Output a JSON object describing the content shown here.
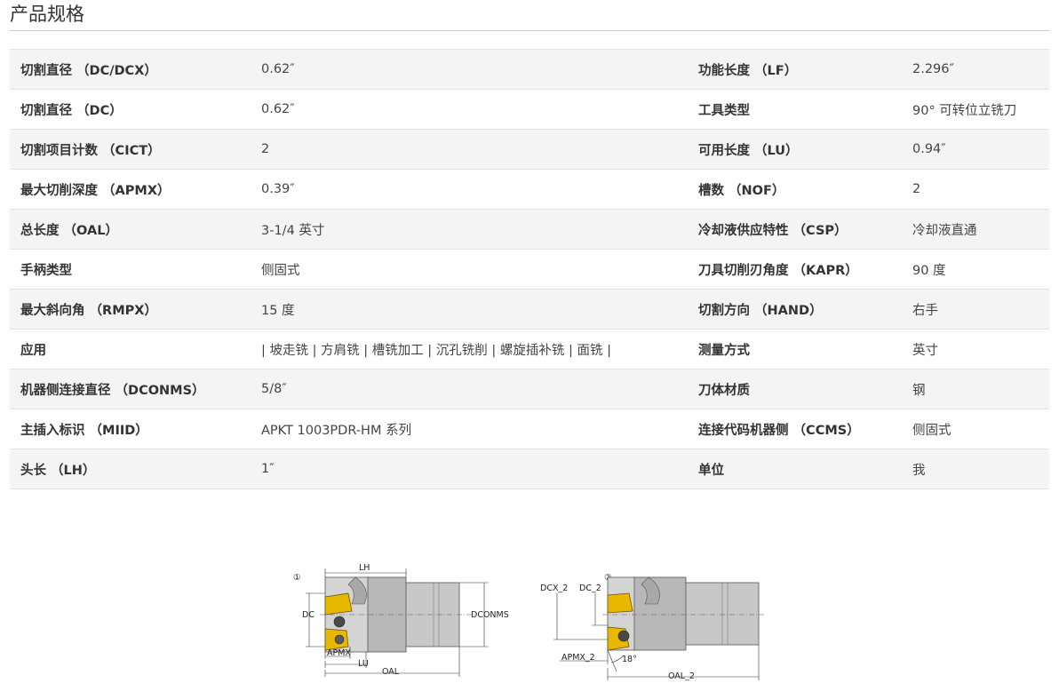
{
  "section_title": "产品规格",
  "specs": [
    {
      "k1": "切割直径 （DC/DCX）",
      "v1": "0.62″",
      "k2": "功能长度 （LF）",
      "v2": "2.296″"
    },
    {
      "k1": "切割直径 （DC）",
      "v1": "0.62″",
      "k2": "工具类型",
      "v2": "90° 可转位立铣刀"
    },
    {
      "k1": "切割项目计数 （CICT）",
      "v1": "2",
      "k2": "可用长度 （LU）",
      "v2": "0.94″"
    },
    {
      "k1": "最大切削深度 （APMX）",
      "v1": "0.39″",
      "k2": "槽数 （NOF）",
      "v2": "2"
    },
    {
      "k1": "总长度 （OAL）",
      "v1": "3-1/4 英寸",
      "k2": "冷却液供应特性 （CSP）",
      "v2": "冷却液直通"
    },
    {
      "k1": "手柄类型",
      "v1": "侧固式",
      "k2": "刀具切削刃角度 （KAPR）",
      "v2": "90 度"
    },
    {
      "k1": "最大斜向角 （RMPX）",
      "v1": "15 度",
      "k2": "切割方向 （HAND）",
      "v2": "右手"
    },
    {
      "k1": "应用",
      "v1": "| 坡走铣 | 方肩铣 | 槽铣加工 | 沉孔铣削 | 螺旋插补铣 | 面铣 |",
      "k2": "测量方式",
      "v2": "英寸"
    },
    {
      "k1": "机器侧连接直径 （DCONMS）",
      "v1": "5/8″",
      "k2": "刀体材质",
      "v2": "钢"
    },
    {
      "k1": "主插入标识 （MIID）",
      "v1": "APKT 1003PDR-HM 系列",
      "k2": "连接代码机器侧 （CCMS）",
      "v2": "侧固式"
    },
    {
      "k1": "头长 （LH）",
      "v1": "1″",
      "k2": "单位",
      "v2": "我"
    }
  ],
  "drawing": {
    "fig1_marker": "①",
    "fig2_marker": "②",
    "labels": {
      "lh": "LH",
      "dc": "DC",
      "dconms": "DCONMS",
      "apmx": "APMX",
      "lu": "LU",
      "oal": "OAL",
      "dcx_2": "DCX_2",
      "dc_2": "DC_2",
      "apmx_2": "APMX_2",
      "angle_2": "18°",
      "oal_2": "OAL_2"
    }
  },
  "colors": {
    "insert": "#e8b800",
    "body": "#c8c8c8",
    "body_dark": "#a8a8a8",
    "row_alt": "#f4f4f4"
  }
}
